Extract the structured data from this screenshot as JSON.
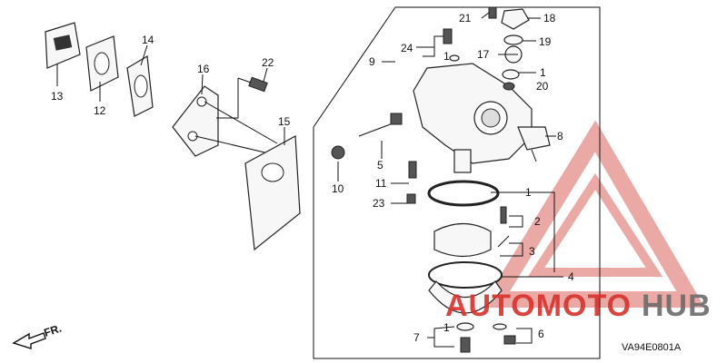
{
  "diagram_code": "VA94E0801A",
  "front_marker": "FR.",
  "watermark": {
    "text_red": "AUTOMOTO",
    "text_gray": "HUB",
    "color_red": "#d9312b",
    "color_gray": "#6b6b6b"
  },
  "callouts": {
    "c1a": "1",
    "c1b": "1",
    "c1c": "1",
    "c1d": "1",
    "c2": "2",
    "c3": "3",
    "c4": "4",
    "c5": "5",
    "c6": "6",
    "c7": "7",
    "c8": "8",
    "c9": "9",
    "c10": "10",
    "c11": "11",
    "c12": "12",
    "c13": "13",
    "c14": "14",
    "c15": "15",
    "c16": "16",
    "c17": "17",
    "c18": "18",
    "c19": "19",
    "c20": "20",
    "c21": "21",
    "c22": "22",
    "c23": "23",
    "c24": "24"
  }
}
